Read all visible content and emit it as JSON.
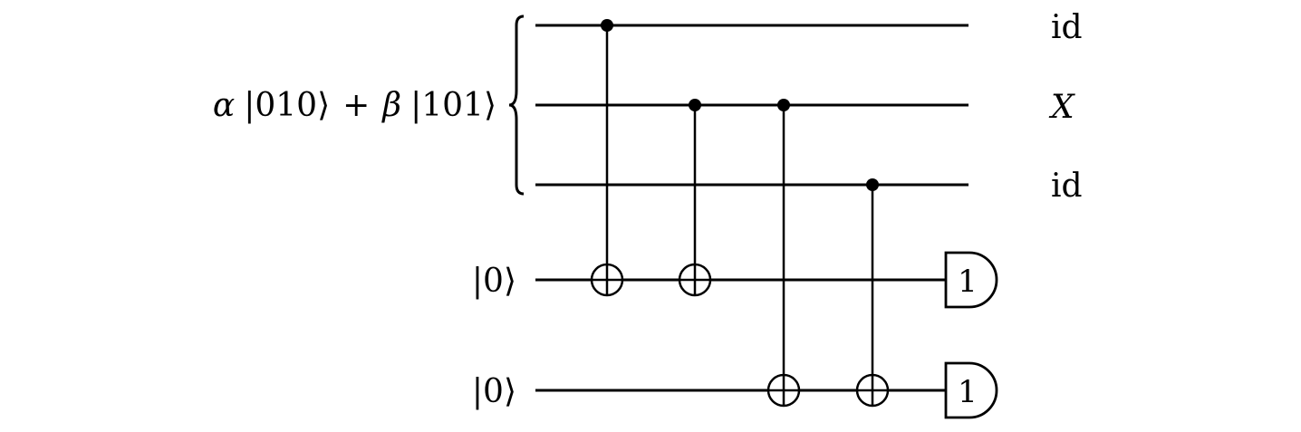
{
  "input_state": {
    "alpha": "α",
    "ket_a": "|010⟩",
    "plus": "+",
    "beta": "β",
    "ket_b": "|101⟩"
  },
  "ancilla_labels": [
    "|0⟩",
    "|0⟩"
  ],
  "output_labels": [
    "id",
    "X",
    "id"
  ],
  "measurement_labels": [
    "1",
    "1"
  ],
  "gates": [
    {
      "control": 0,
      "target": 3
    },
    {
      "control": 1,
      "target": 3
    },
    {
      "control": 1,
      "target": 4
    },
    {
      "control": 2,
      "target": 4
    }
  ]
}
